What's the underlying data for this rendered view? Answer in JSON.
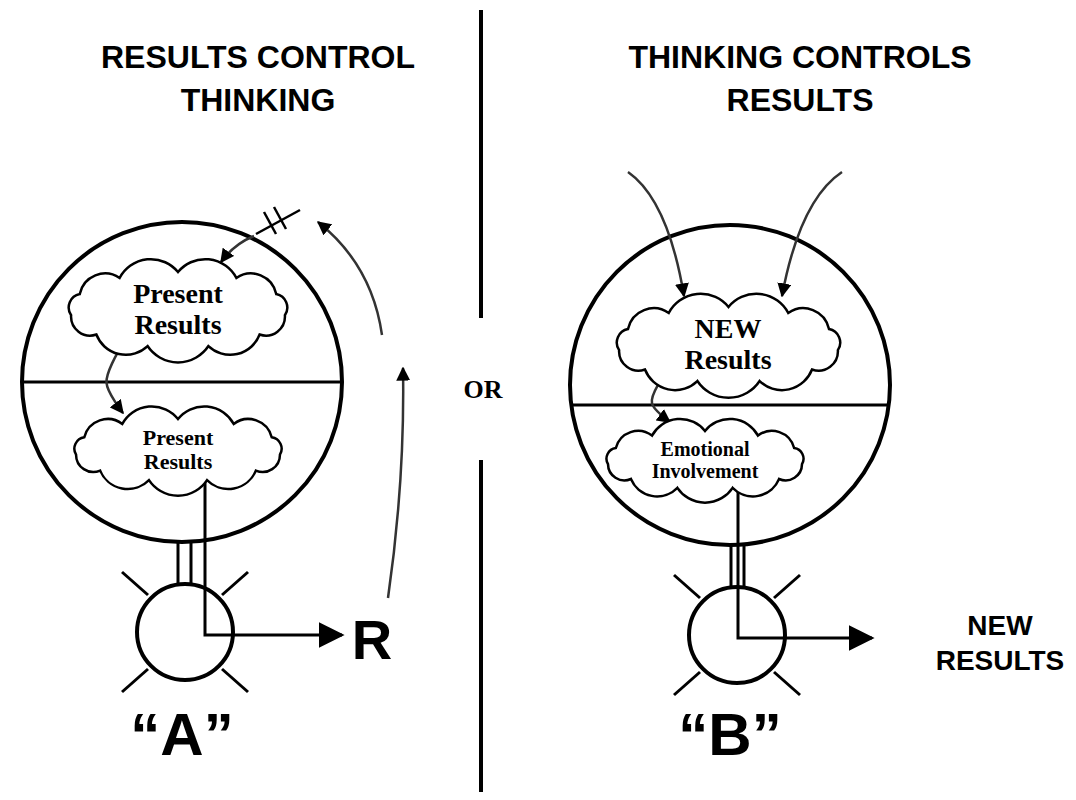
{
  "diagram": {
    "nodes": [
      {
        "text": [
          "Present Results"
        ]
      },
      {
        "text": [
          "Present Results"
        ]
      },
      {
        "text": [
          "NEW Results"
        ]
      },
      {
        "text": [
          "Emotional Involvement"
        ]
      }
    ],
    "edges": [
      {
        "from": 0,
        "to": 1,
        "arrow": "to"
      },
      {
        "from": 2,
        "to": 3,
        "arrow": "to"
      }
    ],
    "labels": [
      "RESULTS CONTROL THINKING",
      "THINKING CONTROLS RESULTS",
      "OR",
      "R",
      "NEW RESULTS",
      "“A”",
      "“B”"
    ]
  }
}
